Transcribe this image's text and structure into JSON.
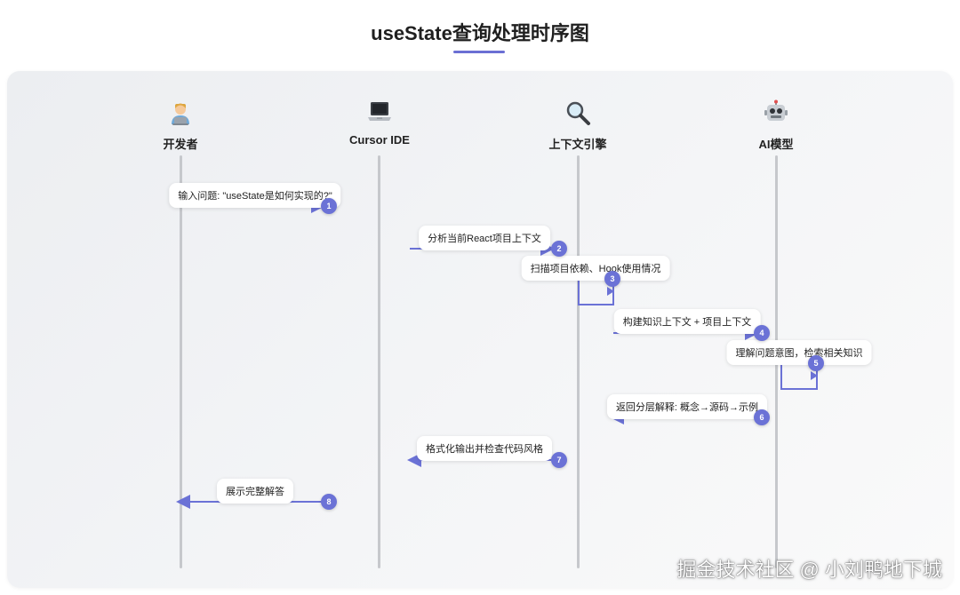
{
  "title": "useState查询处理时序图",
  "colors": {
    "accent": "#6b72d6",
    "lifeline": "#c6c8cc",
    "panel": "#eef0f2"
  },
  "actors": [
    {
      "name": "开发者",
      "icon": "developer-icon"
    },
    {
      "name": "Cursor IDE",
      "icon": "laptop-icon"
    },
    {
      "name": "上下文引擎",
      "icon": "magnifier-icon"
    },
    {
      "name": "AI模型",
      "icon": "robot-icon"
    }
  ],
  "messages": [
    {
      "step": "1",
      "text": "输入问题: \"useState是如何实现的?\"",
      "from": 0,
      "to": 1
    },
    {
      "step": "2",
      "text": "分析当前React项目上下文",
      "from": 1,
      "to": 2
    },
    {
      "step": "3",
      "text": "扫描项目依赖、Hook使用情况",
      "from": 2,
      "to": 2
    },
    {
      "step": "4",
      "text": "构建知识上下文 + 项目上下文",
      "from": 2,
      "to": 3
    },
    {
      "step": "5",
      "text": "理解问题意图，检索相关知识",
      "from": 3,
      "to": 3
    },
    {
      "step": "6",
      "text": "返回分层解释: 概念→源码→示例",
      "from": 3,
      "to": 2
    },
    {
      "step": "7",
      "text": "格式化输出并检查代码风格",
      "from": 2,
      "to": 1
    },
    {
      "step": "8",
      "text": "展示完整解答",
      "from": 1,
      "to": 0
    }
  ],
  "watermark": "掘金技术社区 @ 小刘鸭地下城"
}
